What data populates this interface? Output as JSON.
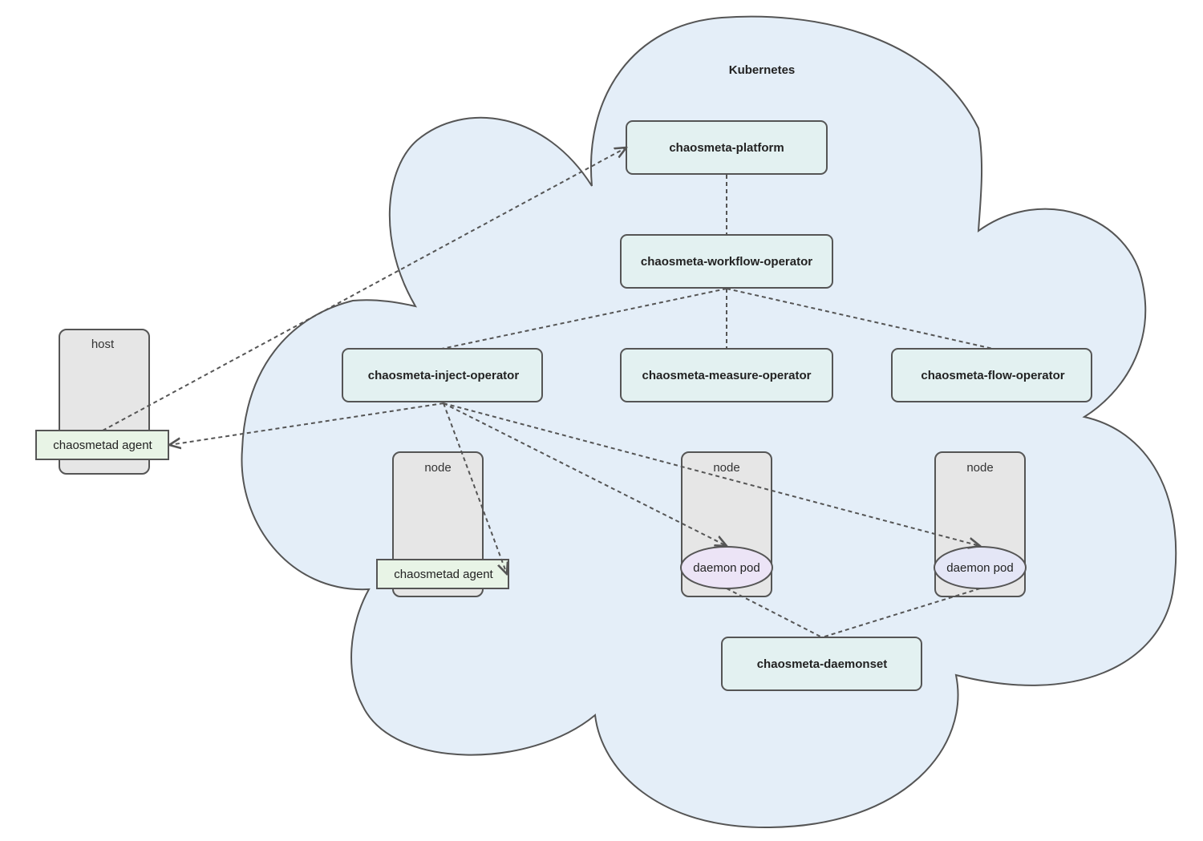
{
  "colors": {
    "cloud_fill": "#e4eef8",
    "component_fill": "#e3f1f1",
    "machine_fill": "#e6e6e6",
    "agent_fill": "#e8f4e6",
    "daemon_pod_fill_1": "#ece4f6",
    "daemon_pod_fill_2": "#e4e6f6",
    "stroke": "#555555"
  },
  "cluster": {
    "label": "Kubernetes"
  },
  "components": {
    "platform": "chaosmeta-platform",
    "workflow_operator": "chaosmeta-workflow-operator",
    "inject_operator": "chaosmeta-inject-operator",
    "measure_operator": "chaosmeta-measure-operator",
    "flow_operator": "chaosmeta-flow-operator",
    "daemonset": "chaosmeta-daemonset"
  },
  "host": {
    "label": "host",
    "agent_label": "chaosmetad agent"
  },
  "nodes": [
    {
      "label": "node",
      "agent_label": "chaosmetad agent"
    },
    {
      "label": "node",
      "pod_label": "daemon pod"
    },
    {
      "label": "node",
      "pod_label": "daemon pod"
    }
  ]
}
